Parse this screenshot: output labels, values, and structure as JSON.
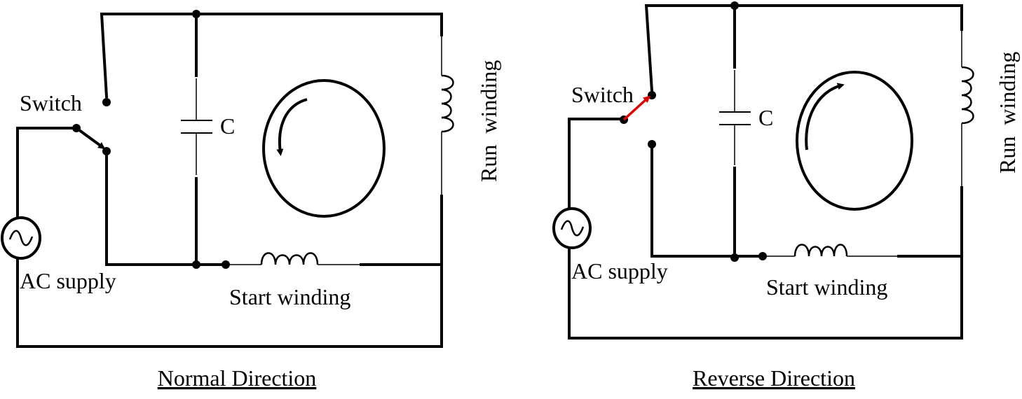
{
  "diagrams": {
    "normal": {
      "caption": "Normal Direction",
      "switch_label": "Switch",
      "capacitor_label": "C",
      "run_winding_label": "Run  winding",
      "start_winding_label": "Start winding",
      "supply_label": "AC supply",
      "rotation": "counterclockwise"
    },
    "reverse": {
      "caption": "Reverse Direction",
      "switch_label": "Switch",
      "capacitor_label": "C",
      "run_winding_label": "Run  winding",
      "start_winding_label": "Start winding",
      "supply_label": "AC supply",
      "rotation": "clockwise"
    }
  },
  "colors": {
    "wire": "#000000",
    "switch_arm_highlight": "#e00000",
    "background": "#ffffff"
  },
  "icons": {
    "ac_source": "sine-wave-in-circle",
    "rotation": "curved-arrow"
  }
}
